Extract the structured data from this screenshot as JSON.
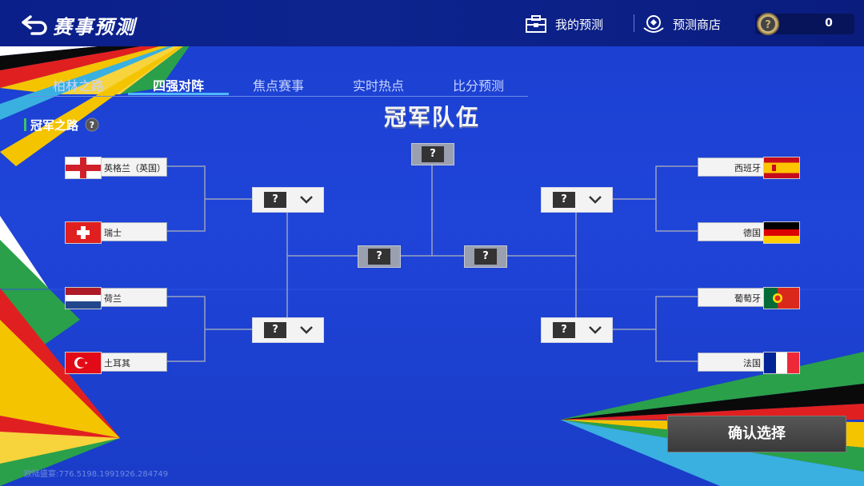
{
  "header": {
    "title": "赛事预测",
    "my_predictions": "我的预测",
    "prediction_shop": "预测商店",
    "coins": "0"
  },
  "tabs": [
    "柏林之路",
    "四强对阵",
    "焦点赛事",
    "实时热点",
    "比分预测"
  ],
  "active_tab": "四强对阵",
  "section": {
    "label": "冠军之路"
  },
  "champion_title": "冠军队伍",
  "teams_left": [
    {
      "name": "英格兰（英国）",
      "flag": "england"
    },
    {
      "name": "瑞士",
      "flag": "switzerland"
    },
    {
      "name": "荷兰",
      "flag": "netherlands"
    },
    {
      "name": "土耳其",
      "flag": "turkey"
    }
  ],
  "teams_right": [
    {
      "name": "西班牙",
      "flag": "spain"
    },
    {
      "name": "德国",
      "flag": "germany"
    },
    {
      "name": "葡萄牙",
      "flag": "portugal"
    },
    {
      "name": "法国",
      "flag": "france"
    }
  ],
  "unknown_mark": "?",
  "confirm_button": "确认选择",
  "footer": "欧陆盛宴:776.5198.1991926.284749",
  "colors": {
    "background": "#1f44d8",
    "topbar": "#0b1f8a",
    "tab_highlight": "#4fb7ff",
    "section_bar": "#3ac36a"
  }
}
